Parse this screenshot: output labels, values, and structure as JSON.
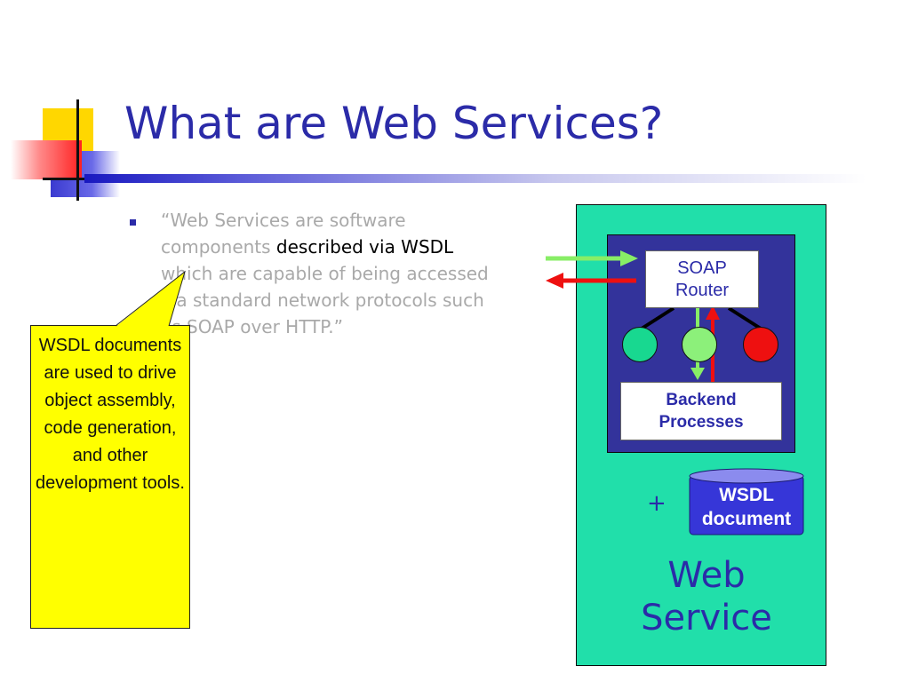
{
  "slide": {
    "title": "What are Web Services?",
    "bullet": {
      "part1": "“Web Services are software components ",
      "highlight": "described via WSDL",
      "part2": " which are capable of being accessed via standard network protocols such as SOAP over HTTP.”"
    }
  },
  "callout": {
    "text": "WSDL documents are used to drive object assembly, code generation, and other development tools."
  },
  "diagram": {
    "soap_router_line1": "SOAP",
    "soap_router_line2": "Router",
    "backend_line1": "Backend",
    "backend_line2": "Processes",
    "plus": "+",
    "wsdl_doc_line1": "WSDL",
    "wsdl_doc_line2": "document",
    "web_service_line1": "Web",
    "web_service_line2": "Service"
  },
  "colors": {
    "title_blue": "#2b2ba8",
    "panel_green": "#21dfaa",
    "inner_panel": "#33339b",
    "callout_yellow": "#ffff00",
    "arrow_green": "#88ee66",
    "arrow_red": "#ee1010"
  }
}
